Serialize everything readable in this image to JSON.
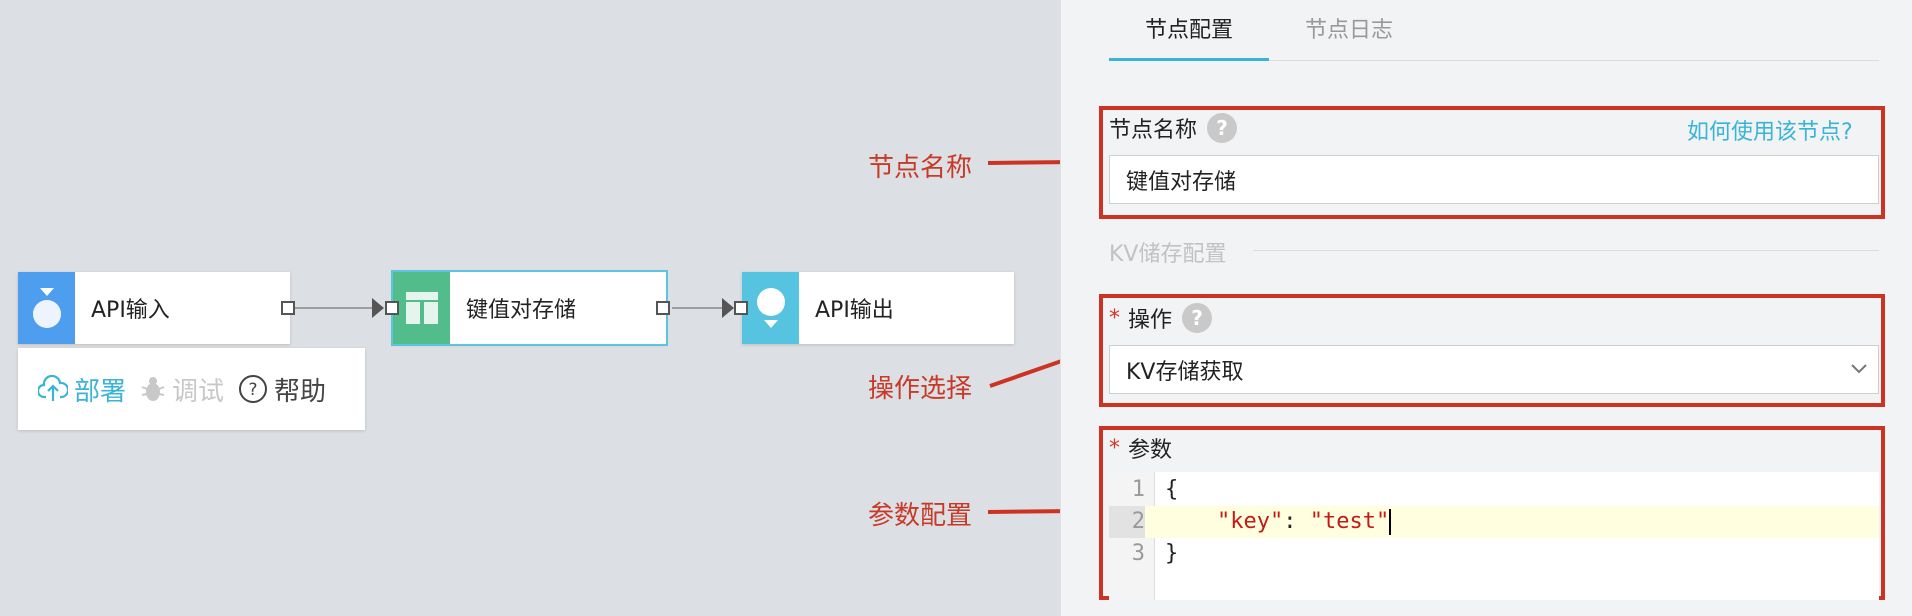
{
  "flow": {
    "nodes": [
      {
        "label": "API输入",
        "icon": "api-input-icon",
        "color": "#4e9ef0"
      },
      {
        "label": "键值对存储",
        "icon": "kv-store-icon",
        "color": "#52bd8a"
      },
      {
        "label": "API输出",
        "icon": "api-output-icon",
        "color": "#56c4e0"
      }
    ],
    "toolbar": {
      "deploy": "部署",
      "debug": "调试",
      "help": "帮助"
    }
  },
  "annotations": {
    "node_name": "节点名称",
    "operation": "操作选择",
    "params": "参数配置"
  },
  "panel": {
    "tabs": [
      {
        "label": "节点配置",
        "active": true
      },
      {
        "label": "节点日志",
        "active": false
      }
    ],
    "node_name": {
      "label": "节点名称",
      "help_link": "如何使用该节点?",
      "value": "键值对存储"
    },
    "section_title": "KV储存配置",
    "operation": {
      "required": "*",
      "label": "操作",
      "value": "KV存储获取"
    },
    "params": {
      "required": "*",
      "label": "参数",
      "lines": [
        {
          "num": "1",
          "text": "{"
        },
        {
          "num": "2",
          "key": "\"key\"",
          "sep": ": ",
          "val": "\"test\""
        },
        {
          "num": "3",
          "text": "}"
        }
      ]
    }
  },
  "colors": {
    "accent": "#3ab4d6",
    "annotation_red": "#cc3322"
  }
}
